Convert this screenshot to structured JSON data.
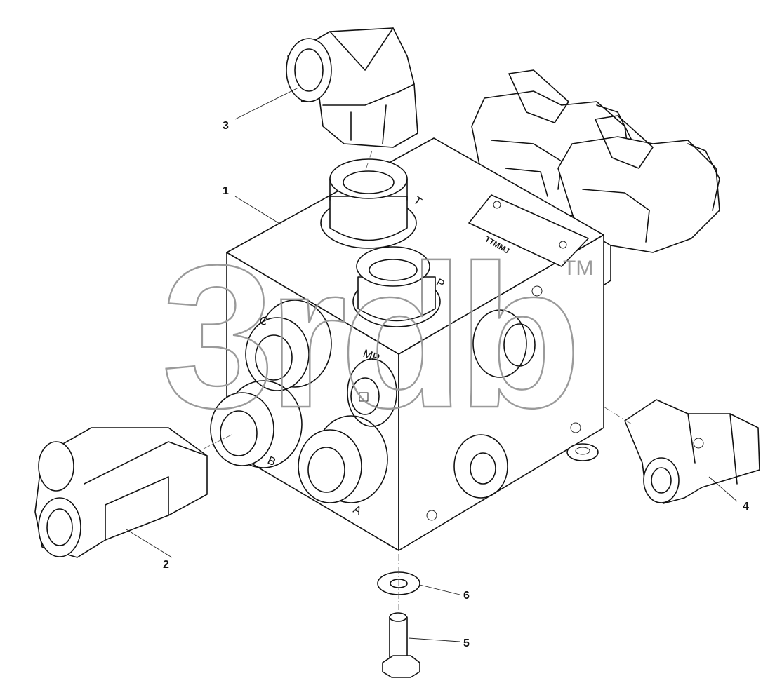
{
  "callouts": {
    "c1": "1",
    "c2": "2",
    "c3": "3",
    "c4": "4",
    "c5": "5",
    "c6": "6"
  },
  "ports": {
    "t": "T",
    "p": "P",
    "mp": "MP",
    "a": "A",
    "b": "B",
    "c": "C"
  },
  "nameplate": "TTMMJ",
  "watermark": {
    "text": "3rdb",
    "tm": "TM"
  },
  "colors": {
    "line": "#111111",
    "watermark": "#9a9a9a",
    "background": "#ffffff"
  }
}
